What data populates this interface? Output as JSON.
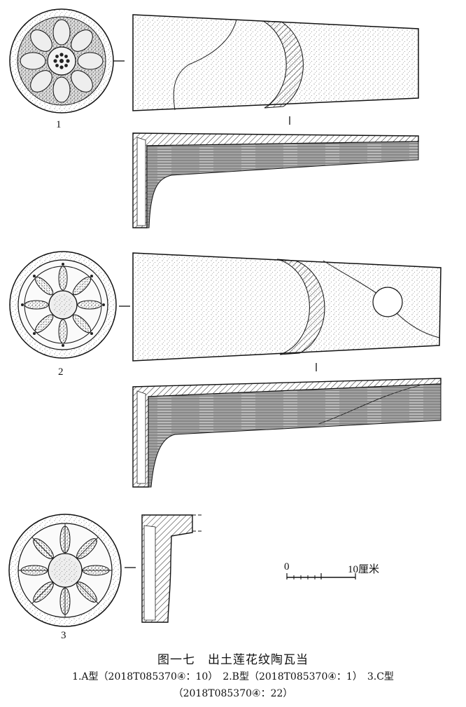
{
  "figure": {
    "numbers": [
      "1",
      "2",
      "3"
    ],
    "scale_bar": {
      "start_label": "0",
      "end_label": "10厘米"
    },
    "caption": {
      "title": "图一七　出土莲花纹陶瓦当",
      "line1": "1.A型（2018T085370④：10）　2.B型（2018T085370④：1）　3.C型",
      "line2": "（2018T085370④：22）"
    }
  }
}
